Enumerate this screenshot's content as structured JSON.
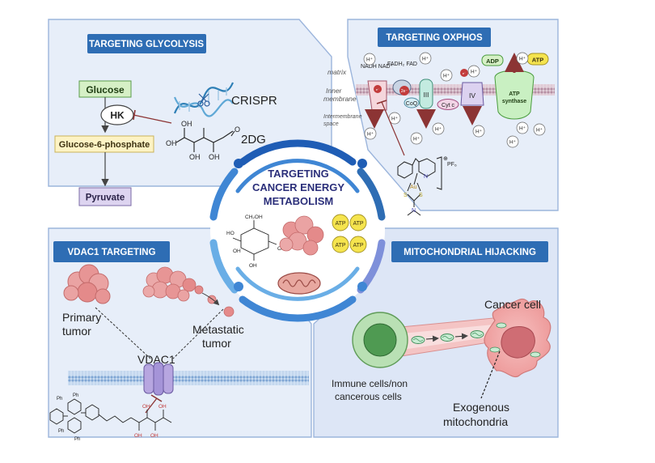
{
  "center": {
    "title_lines": [
      "TARGETING",
      "CANCER ENERGY",
      "METABOLISM"
    ],
    "atp_label": "ATP",
    "glucose_formula": "CH₂OH",
    "glucose_labels": [
      "HO",
      "OH",
      "OH",
      "OH"
    ]
  },
  "glycolysis": {
    "header": "TARGETING GLYCOLYSIS",
    "glucose": "Glucose",
    "hk": "HK",
    "g6p": "Glucose-6-phosphate",
    "pyruvate": "Pyruvate",
    "crispr": "CRISPR",
    "drug_2dg": "2DG",
    "dg_oh": [
      "OH",
      "OH",
      "OH",
      "OH",
      "O"
    ]
  },
  "oxphos": {
    "header": "TARGETING OXPHOS",
    "matrix": "matrix",
    "inner_membrane": [
      "Inner",
      "membrane"
    ],
    "intermembrane": [
      "Intermembrane",
      "space"
    ],
    "h_plus": "H⁺",
    "nadh": "NADH NAD⁺",
    "fadh": "FADH₂  FAD",
    "two_e": "2e⁻",
    "e_label": "e⁻",
    "complex_iii": "III",
    "complex_iv": "IV",
    "coq": "CoQ",
    "cytc": "Cyt c",
    "adp": "ADP",
    "atp": "ATP",
    "atp_synthase": [
      "ATP",
      "synthase"
    ],
    "pf6": "PF₆",
    "compound_atoms": [
      "N",
      "Au",
      "S",
      "S",
      "N",
      "⊕"
    ]
  },
  "vdac1": {
    "header": "VDAC1 TARGETING",
    "primary_tumor": [
      "Primary",
      "tumor"
    ],
    "metastatic_tumor": [
      "Metastatic",
      "tumor"
    ],
    "vdac1_label": "VDAC1",
    "compound_labels": [
      "Ph",
      "Ph",
      "Ph",
      "Ph",
      "OH",
      "OH",
      "OH",
      "OH"
    ]
  },
  "hijacking": {
    "header": "MITOCHONDRIAL HIJACKING",
    "cancer_cell": "Cancer cell",
    "immune_cells": [
      "Immune cells/non",
      "cancerous cells"
    ],
    "exogenous": [
      "Exogenous",
      "mitochondria"
    ]
  },
  "colors": {
    "header_bg": "#2e6db4",
    "panel_bg": "#e7eef9",
    "panel_border": "#9cb5dc",
    "ring_dark": "#1f5db5",
    "ring_mid": "#3f86d4",
    "ring_light": "#6aaee6",
    "title_color": "#2b2f7a",
    "atp_fill": "#f5e44e",
    "glucose_fill": "#d6f0c6",
    "g6p_fill": "#fdf3c4",
    "pyruvate_fill": "#ddd4f0",
    "membrane": "#c7a8b6",
    "cancer_fill": "#f2a8a8",
    "immune_fill": "#9fd19b"
  }
}
